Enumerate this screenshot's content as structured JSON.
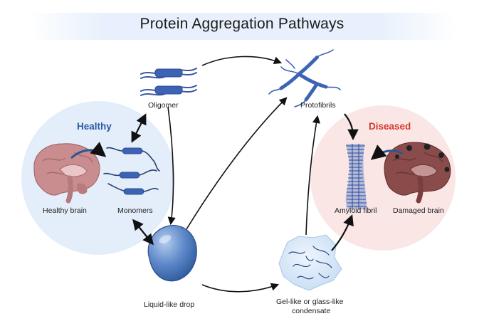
{
  "title": "Protein Aggregation Pathways",
  "states": {
    "healthy": "Healthy",
    "diseased": "Diseased"
  },
  "labels": {
    "oligomer": "Oligomer",
    "protofibrils": "Protofibrils",
    "healthy_brain": "Healthy brain",
    "monomers": "Monomers",
    "amyloid_fibril": "Amyloid fibril",
    "damaged_brain": "Damaged brain",
    "liquid_drop": "Liquid-like drop",
    "condensate_line1": "Gel-like or glass-like",
    "condensate_line2": "condensate"
  },
  "colors": {
    "healthy_region": "#e4eefa",
    "diseased_region": "#fbe6e6",
    "protein": "#3d63b5",
    "drop": "#4f7fc4",
    "healthy_text": "#2a5aa6",
    "diseased_text": "#d5392f",
    "brain": "#c98c8f",
    "damaged_brain": "#8a4b4b"
  }
}
